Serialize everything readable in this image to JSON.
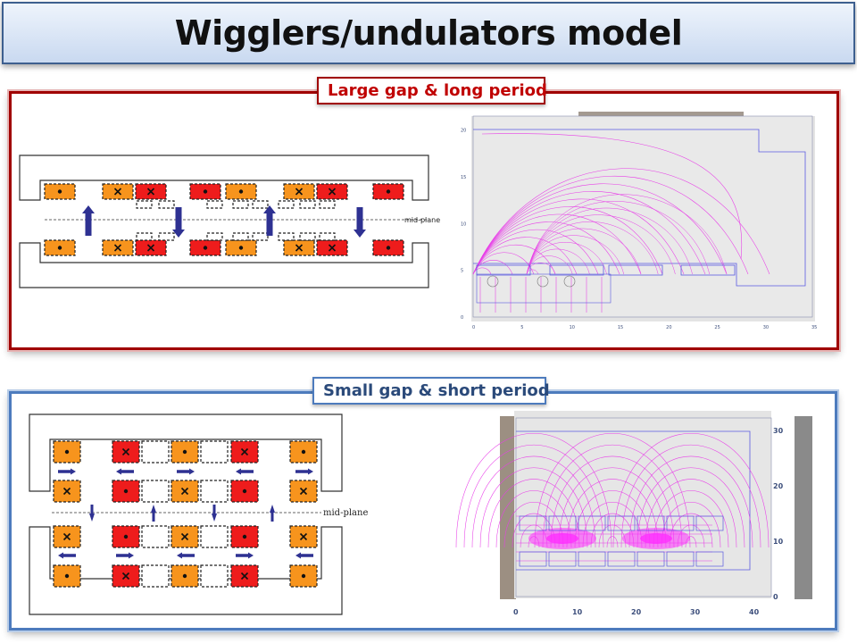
{
  "slide": {
    "title": "Wigglers/undulators model"
  },
  "sections": {
    "large": {
      "label": "Large gap & long period",
      "mid_plane_label": "mid-plane",
      "field_plot": {
        "x_ticks": [
          "0",
          "5",
          "10",
          "15",
          "20",
          "25",
          "30",
          "35"
        ],
        "y_ticks": [
          "0",
          "5",
          "10",
          "15",
          "20"
        ]
      }
    },
    "small": {
      "label": "Small gap & short period",
      "mid_plane_label": "mid-plane",
      "field_plot": {
        "x_ticks": [
          "0",
          "10",
          "20",
          "30",
          "40"
        ],
        "y_ticks": [
          "0",
          "10",
          "20",
          "30"
        ]
      }
    }
  },
  "colors": {
    "accent_red": "#a00000",
    "accent_blue": "#4d7bbd",
    "orange_coil": "#f7941d",
    "red_coil": "#ee1c1c",
    "arrow": "#2e3192",
    "field_line": "#e83ee8"
  }
}
